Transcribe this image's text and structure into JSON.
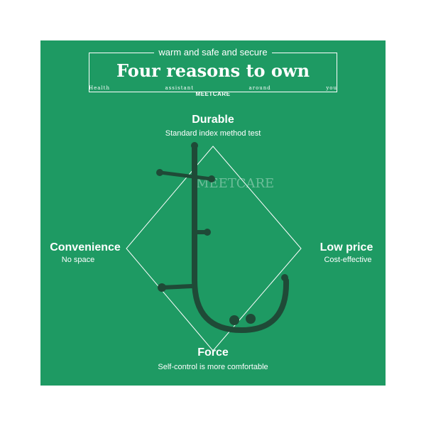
{
  "header": {
    "tagline": "warm and safe and secure",
    "title": "Four reasons to own",
    "subtitle_words": [
      "Health",
      "assistant",
      "around",
      "you"
    ],
    "brand": "MEETCARE"
  },
  "product": {
    "watermark": "MEETCARE"
  },
  "reasons": {
    "top": {
      "title": "Durable",
      "subtitle": "Standard index method test"
    },
    "left": {
      "title": "Convenience",
      "subtitle": "No space"
    },
    "right": {
      "title": "Low price",
      "subtitle": "Cost-effective"
    },
    "bottom": {
      "title": "Force",
      "subtitle": "Self-control is more comfortable"
    }
  },
  "colors": {
    "background": "#1e9a63",
    "text": "#ffffff",
    "product": "#1f4a37"
  }
}
